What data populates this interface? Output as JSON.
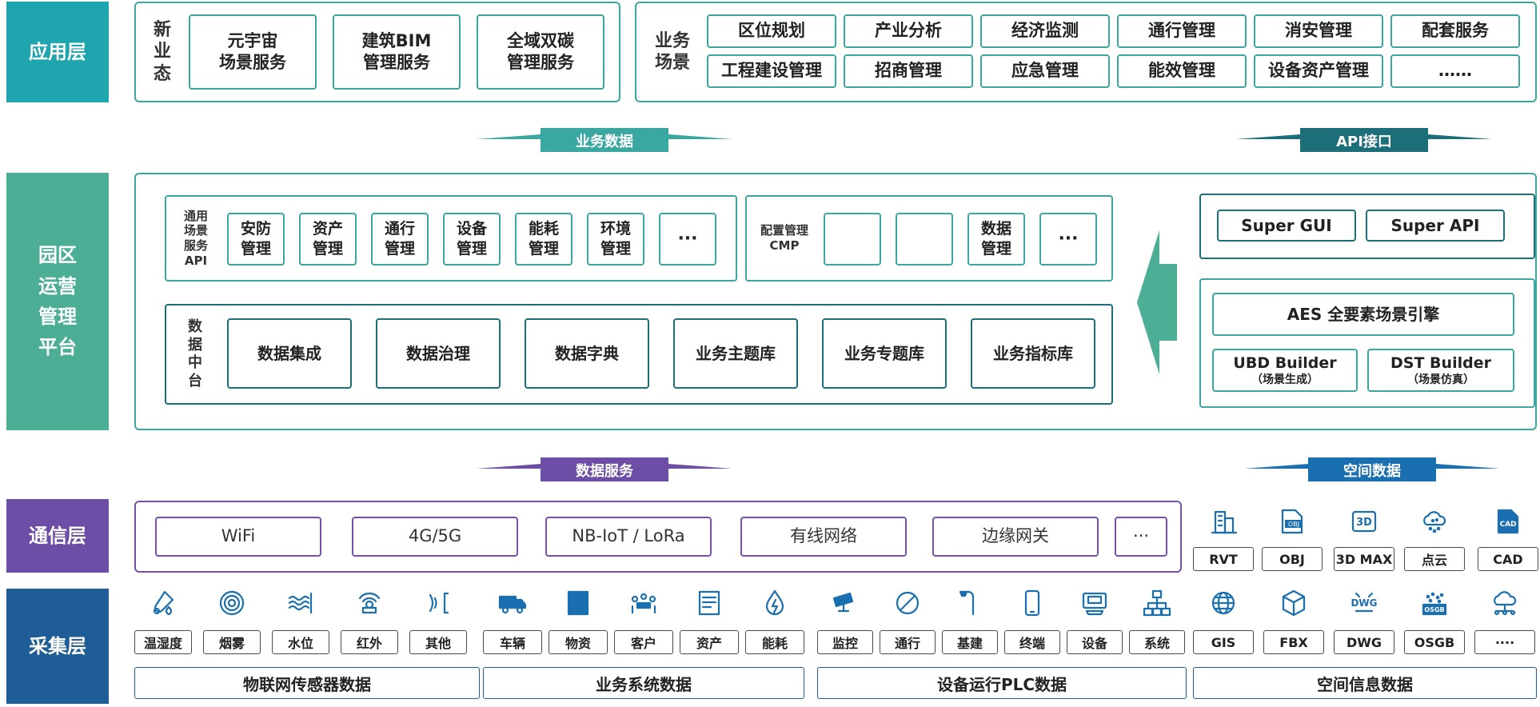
{
  "layers": {
    "app": "应用层",
    "platform": "园区运营管理平台",
    "comm": "通信层",
    "collect": "采集层"
  },
  "app": {
    "new_business": {
      "label": "新业态",
      "items": [
        "元宇宙\n场景服务",
        "建筑BIM\n管理服务",
        "全域双碳\n管理服务"
      ]
    },
    "scenes": {
      "label": "业务\n场景",
      "row1": [
        "区位规划",
        "产业分析",
        "经济监测",
        "通行管理",
        "消安管理",
        "配套服务"
      ],
      "row2": [
        "工程建设管理",
        "招商管理",
        "应急管理",
        "能效管理",
        "设备资产管理",
        "……"
      ]
    }
  },
  "arrows": {
    "business_data": "业务数据",
    "api": "API接口",
    "data_service": "数据服务",
    "spatial_data": "空间数据"
  },
  "platform": {
    "api_group": {
      "label": "通用\n场景\n服务\nAPI",
      "items": [
        "安防\n管理",
        "资产\n管理",
        "通行\n管理",
        "设备\n管理",
        "能耗\n管理",
        "环境\n管理",
        "···"
      ]
    },
    "cmp_group": {
      "label": "配置管理\nCMP",
      "items": [
        "",
        "",
        "数据\n管理",
        "···"
      ]
    },
    "data_center": {
      "label": "数\n据\n中\n台",
      "items": [
        "数据集成",
        "数据治理",
        "数据字典",
        "业务主题库",
        "业务专题库",
        "业务指标库"
      ]
    },
    "super": [
      "Super GUI",
      "Super API"
    ],
    "aes": "AES 全要素场景引擎",
    "ubd": {
      "title": "UBD Builder",
      "sub": "（场景生成）"
    },
    "dst": {
      "title": "DST Builder",
      "sub": "（场景仿真）"
    }
  },
  "comm": {
    "items": [
      "WiFi",
      "4G/5G",
      "NB-IoT / LoRa",
      "有线网络",
      "边缘网关",
      "···"
    ]
  },
  "spatial_formats_top": [
    {
      "icon": "building-icon",
      "label": "RVT"
    },
    {
      "icon": "obj-file-icon",
      "label": "OBJ"
    },
    {
      "icon": "3d-icon",
      "label": "3D MAX"
    },
    {
      "icon": "point-cloud-icon",
      "label": "点云"
    },
    {
      "icon": "cad-file-icon",
      "label": "CAD"
    }
  ],
  "collect": {
    "iot": {
      "title": "物联网传感器数据",
      "items": [
        {
          "icon": "thermometer-icon",
          "label": "温湿度"
        },
        {
          "icon": "smoke-detector-icon",
          "label": "烟雾"
        },
        {
          "icon": "water-level-icon",
          "label": "水位"
        },
        {
          "icon": "infrared-icon",
          "label": "红外"
        },
        {
          "icon": "signal-icon",
          "label": "其他"
        }
      ]
    },
    "biz": {
      "title": "业务系统数据",
      "items": [
        {
          "icon": "truck-icon",
          "label": "车辆"
        },
        {
          "icon": "server-icon",
          "label": "物资"
        },
        {
          "icon": "meeting-icon",
          "label": "客户"
        },
        {
          "icon": "document-icon",
          "label": "资产"
        },
        {
          "icon": "energy-drop-icon",
          "label": "能耗"
        }
      ]
    },
    "plc": {
      "title": "设备运行PLC数据",
      "items": [
        {
          "icon": "camera-icon",
          "label": "监控"
        },
        {
          "icon": "prohibit-icon",
          "label": "通行"
        },
        {
          "icon": "street-lamp-icon",
          "label": "基建"
        },
        {
          "icon": "phone-icon",
          "label": "终端"
        },
        {
          "icon": "device-icon",
          "label": "设备"
        },
        {
          "icon": "network-icon",
          "label": "系统"
        }
      ]
    },
    "spatial": {
      "title": "空间信息数据",
      "items": [
        {
          "icon": "globe-icon",
          "label": "GIS"
        },
        {
          "icon": "cube-icon",
          "label": "FBX"
        },
        {
          "icon": "dwg-icon",
          "label": "DWG"
        },
        {
          "icon": "osgb-icon",
          "label": "OSGB"
        },
        {
          "icon": "cloud-network-icon",
          "label": "····"
        }
      ]
    }
  },
  "colors": {
    "app_layer": "#1ea5ad",
    "platform_layer": "#4cae95",
    "comm_layer": "#6c4ea6",
    "collect_layer": "#1e5d95",
    "teal_border": "#3aa8a0",
    "icon_blue": "#1a6fb0"
  }
}
